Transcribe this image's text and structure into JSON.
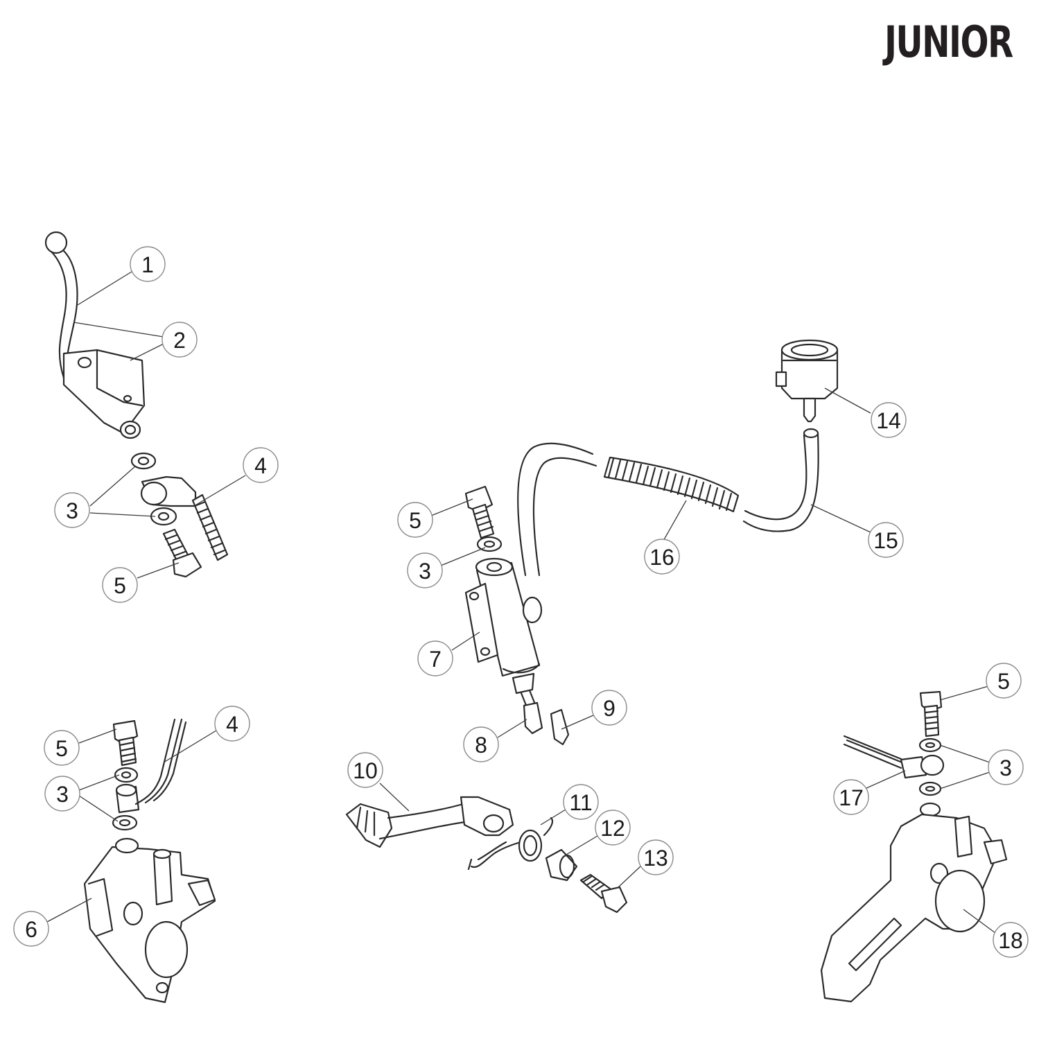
{
  "header": {
    "brand": "JUNIOR"
  },
  "callouts": [
    {
      "id": "c1",
      "label": "1"
    },
    {
      "id": "c2",
      "label": "2"
    },
    {
      "id": "c3a",
      "label": "3"
    },
    {
      "id": "c4a",
      "label": "4"
    },
    {
      "id": "c5a",
      "label": "5"
    },
    {
      "id": "c5b",
      "label": "5"
    },
    {
      "id": "c3b",
      "label": "3"
    },
    {
      "id": "c7",
      "label": "7"
    },
    {
      "id": "c8",
      "label": "8"
    },
    {
      "id": "c9",
      "label": "9"
    },
    {
      "id": "c14",
      "label": "14"
    },
    {
      "id": "c15",
      "label": "15"
    },
    {
      "id": "c16",
      "label": "16"
    },
    {
      "id": "c5c",
      "label": "5"
    },
    {
      "id": "c4b",
      "label": "4"
    },
    {
      "id": "c3c",
      "label": "3"
    },
    {
      "id": "c6",
      "label": "6"
    },
    {
      "id": "c10",
      "label": "10"
    },
    {
      "id": "c11",
      "label": "11"
    },
    {
      "id": "c12",
      "label": "12"
    },
    {
      "id": "c13",
      "label": "13"
    },
    {
      "id": "c5d",
      "label": "5"
    },
    {
      "id": "c3d",
      "label": "3"
    },
    {
      "id": "c17",
      "label": "17"
    },
    {
      "id": "c18",
      "label": "18"
    }
  ]
}
